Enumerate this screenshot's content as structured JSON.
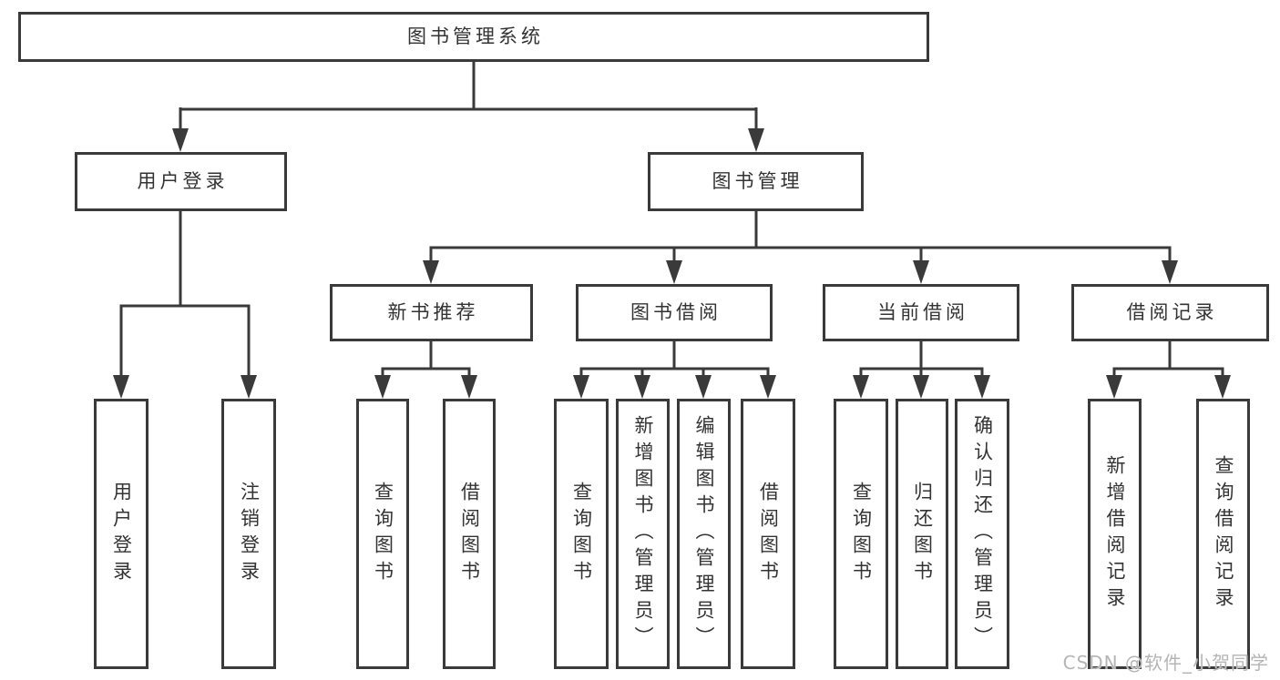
{
  "tree": {
    "root": {
      "label": "图书管理系统",
      "children": [
        {
          "label": "用户登录",
          "children": [
            {
              "label": "用户登录"
            },
            {
              "label": "注销登录"
            }
          ]
        },
        {
          "label": "图书管理",
          "children": [
            {
              "label": "新书推荐",
              "children": [
                {
                  "label": "查询图书"
                },
                {
                  "label": "借阅图书"
                }
              ]
            },
            {
              "label": "图书借阅",
              "children": [
                {
                  "label": "查询图书"
                },
                {
                  "label": "新增图书（管理员）"
                },
                {
                  "label": "编辑图书（管理员）"
                },
                {
                  "label": "借阅图书"
                }
              ]
            },
            {
              "label": "当前借阅",
              "children": [
                {
                  "label": "查询图书"
                },
                {
                  "label": "归还图书"
                },
                {
                  "label": "确认归还（管理员）"
                }
              ]
            },
            {
              "label": "借阅记录",
              "children": [
                {
                  "label": "新增借阅记录"
                },
                {
                  "label": "查询借阅记录"
                }
              ]
            }
          ]
        }
      ]
    }
  },
  "watermark": "CSDN @软件_小贺同学",
  "colors": {
    "line": "#3a3a3a",
    "text": "#333333",
    "watermark": "#b5b5b5",
    "background": "#ffffff"
  }
}
